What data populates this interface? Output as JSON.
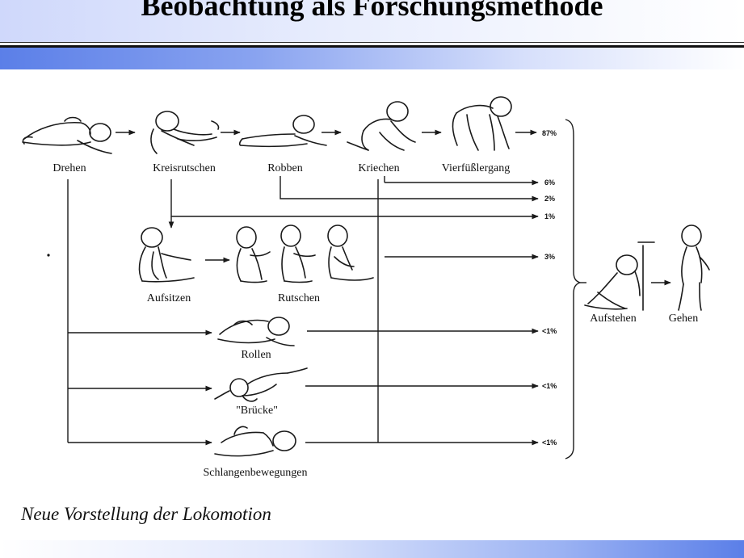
{
  "slide": {
    "title": "Beobachtung als Forschungsmethode",
    "caption": "Neue Vorstellung der Lokomotion"
  },
  "diagram": {
    "main_sequence": [
      "Drehen",
      "Kreisrutschen",
      "Robben",
      "Kriechen",
      "Vierfüßlergang"
    ],
    "sitting_sequence": [
      "Aufsitzen",
      "Rutschen"
    ],
    "alternatives": [
      "Rollen",
      "\"Brücke\"",
      "Schlangenbewegungen"
    ],
    "final_sequence": [
      "Aufstehen",
      "Gehen"
    ],
    "percentages": {
      "vierfuesslergang": "87%",
      "kriechen": "6%",
      "robben": "2%",
      "kreisrutschen": "1%",
      "rutschen": "3%",
      "rollen": "<1%",
      "bruecke": "<1%",
      "schlangen": "<1%"
    }
  }
}
